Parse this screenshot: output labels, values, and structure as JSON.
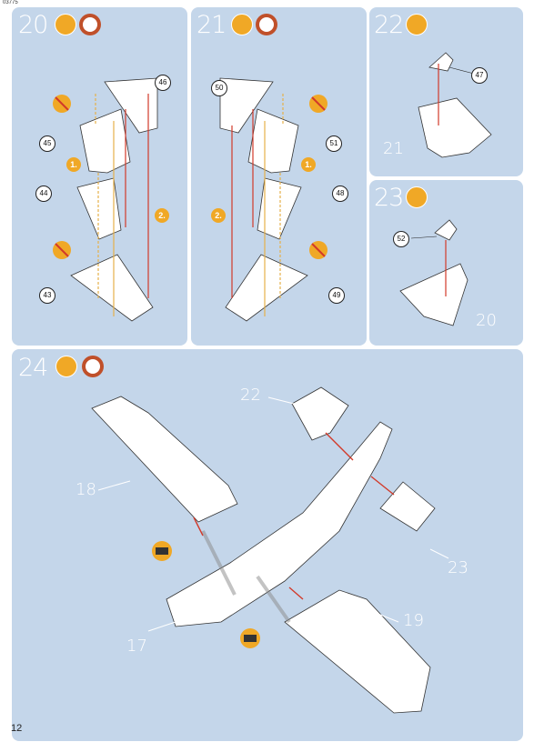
{
  "page": {
    "code": "03775",
    "number": "12"
  },
  "steps": [
    {
      "id": "20",
      "number": "20",
      "icons": [
        "glue-icon",
        "clock-icon"
      ],
      "parts": [
        "46",
        "45",
        "44",
        "43"
      ],
      "sequence": [
        "1.",
        "2."
      ]
    },
    {
      "id": "21",
      "number": "21",
      "icons": [
        "glue-icon",
        "clock-icon"
      ],
      "parts": [
        "50",
        "51",
        "48",
        "49"
      ],
      "sequence": [
        "1.",
        "2."
      ]
    },
    {
      "id": "22",
      "number": "22",
      "icons": [
        "glue-icon"
      ],
      "parts": [
        "47"
      ],
      "assembly_ref": "21"
    },
    {
      "id": "23",
      "number": "23",
      "icons": [
        "glue-icon"
      ],
      "parts": [
        "52"
      ],
      "assembly_ref": "20"
    },
    {
      "id": "24",
      "number": "24",
      "icons": [
        "glue-icon",
        "clock-icon"
      ],
      "assembly_refs": [
        "22",
        "18",
        "23",
        "19",
        "17"
      ]
    }
  ]
}
